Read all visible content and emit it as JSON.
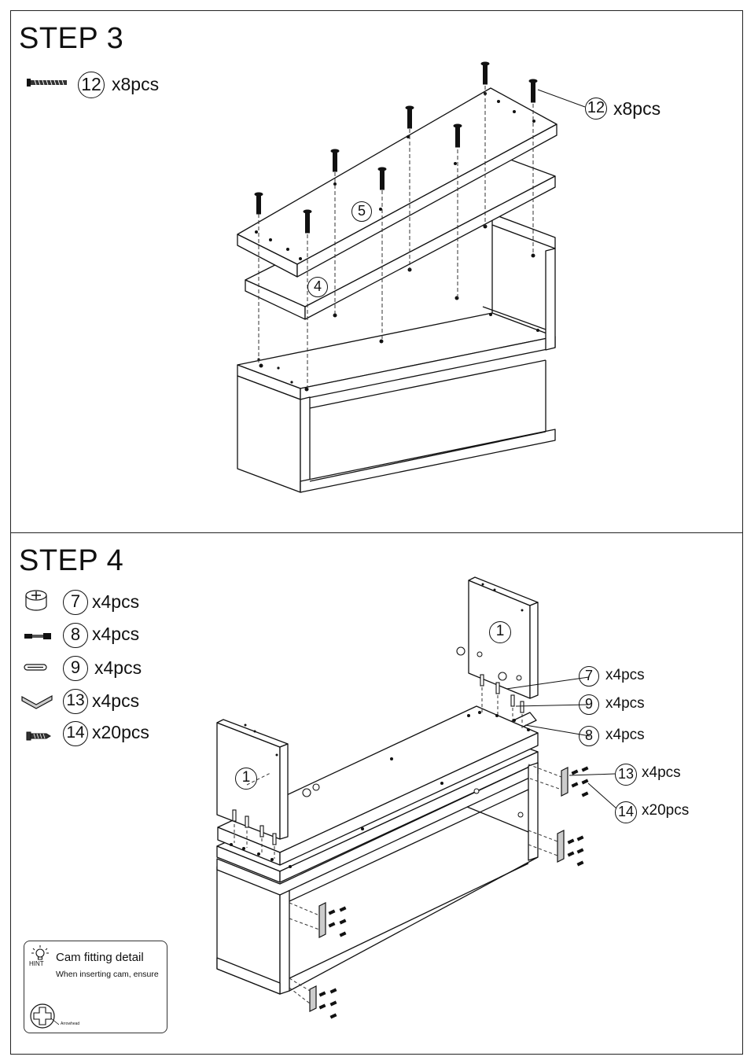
{
  "step3": {
    "title": "STEP 3",
    "legend": {
      "part": "12",
      "qty": "x8pcs"
    },
    "callout": {
      "part": "12",
      "qty": "x8pcs"
    },
    "panel_labels": [
      "5",
      "4"
    ]
  },
  "step4": {
    "title": "STEP 4",
    "legend": [
      {
        "icon": "cam-lock-icon",
        "part": "7",
        "qty": "x4pcs"
      },
      {
        "icon": "cam-bolt-icon",
        "part": "8",
        "qty": "x4pcs"
      },
      {
        "icon": "wood-dowel-icon",
        "part": "9",
        "qty": "x4pcs"
      },
      {
        "icon": "corner-bracket-icon",
        "part": "13",
        "qty": "x4pcs"
      },
      {
        "icon": "wood-screw-icon",
        "part": "14",
        "qty": "x20pcs"
      }
    ],
    "panel_labels": [
      "1",
      "1"
    ],
    "callouts": [
      {
        "part": "7",
        "qty": "x4pcs"
      },
      {
        "part": "9",
        "qty": "x4pcs"
      },
      {
        "part": "8",
        "qty": "x4pcs"
      },
      {
        "part": "13",
        "qty": "x4pcs"
      },
      {
        "part": "14",
        "qty": "x20pcs"
      }
    ],
    "hint": {
      "badge": "HINT",
      "title": "Cam fitting detail",
      "text": "When inserting cam, ensure",
      "arrow_label": "Arrowhead"
    }
  }
}
